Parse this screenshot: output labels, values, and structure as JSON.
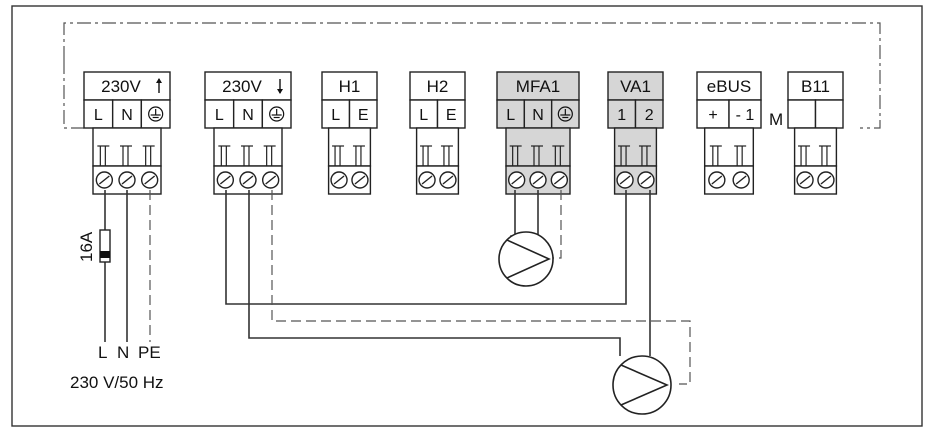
{
  "connectors": [
    {
      "label": "230V",
      "arrow": "up",
      "pins": [
        "L",
        "N",
        "⏚"
      ],
      "shaded": false
    },
    {
      "label": "230V",
      "arrow": "down",
      "pins": [
        "L",
        "N",
        "⏚"
      ],
      "shaded": false
    },
    {
      "label": "H1",
      "pins": [
        "L",
        "E"
      ],
      "shaded": false
    },
    {
      "label": "H2",
      "pins": [
        "L",
        "E"
      ],
      "shaded": false
    },
    {
      "label": "MFA1",
      "pins": [
        "L",
        "N",
        "⏚"
      ],
      "shaded": true
    },
    {
      "label": "VA1",
      "pins": [
        "1",
        "2"
      ],
      "shaded": true
    },
    {
      "label": "eBUS",
      "pins": [
        "+",
        "- 1"
      ],
      "shaded": false
    },
    {
      "label": "B11",
      "pins": [
        "",
        ""
      ],
      "shaded": false
    }
  ],
  "ebus_m_label": "M",
  "fuse_label": "16A",
  "supply_labels": {
    "L": "L",
    "N": "N",
    "PE": "PE"
  },
  "supply_rating": "230 V/50 Hz",
  "colors": {
    "shaded": "#d6d6d6",
    "line": "#333333"
  }
}
